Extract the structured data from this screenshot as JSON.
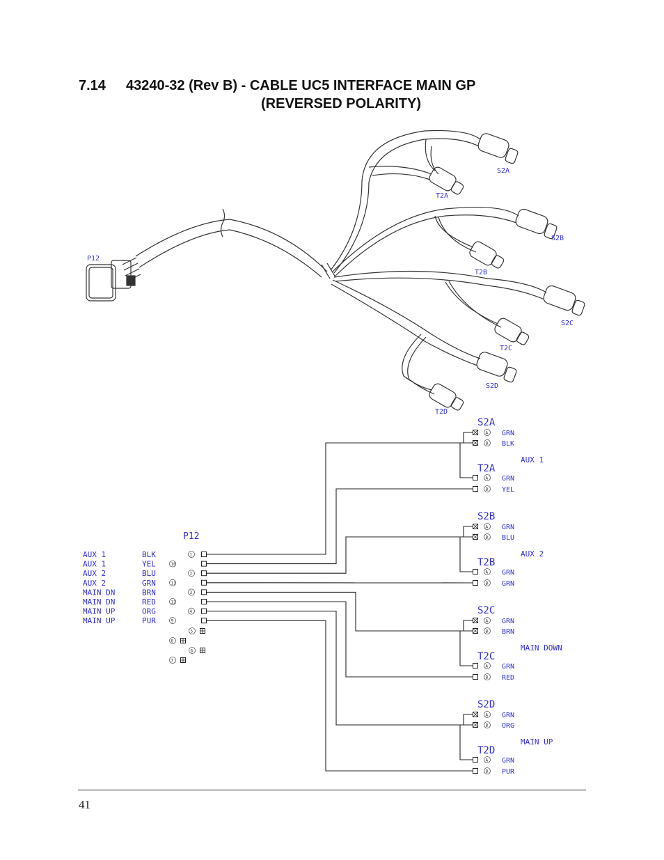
{
  "section": {
    "number": "7.14",
    "title_line1": "43240-32 (Rev B) - CABLE UC5 INTERFACE MAIN GP",
    "title_line2": "(REVERSED POLARITY)"
  },
  "harness": {
    "connector_label": "P12",
    "branch_labels": [
      "S2A",
      "T2A",
      "S2B",
      "T2B",
      "S2C",
      "T2C",
      "S2D",
      "T2D"
    ]
  },
  "schematic": {
    "p12_label": "P12",
    "p12_rows": [
      {
        "func": "AUX 1",
        "color": "BLK",
        "pin": "1"
      },
      {
        "func": "AUX 1",
        "color": "YEL",
        "pin": "10"
      },
      {
        "func": "AUX 2",
        "color": "BLU",
        "pin": "2"
      },
      {
        "func": "AUX 2",
        "color": "GRN",
        "pin": "11"
      },
      {
        "func": "MAIN DN",
        "color": "BRN",
        "pin": "3"
      },
      {
        "func": "MAIN DN",
        "color": "RED",
        "pin": "12"
      },
      {
        "func": "MAIN UP",
        "color": "ORG",
        "pin": "4"
      },
      {
        "func": "MAIN UP",
        "color": "PUR",
        "pin": "9"
      }
    ],
    "p12_spare_pins": [
      "5",
      "8",
      "6",
      "7"
    ],
    "groups": [
      {
        "function": "AUX 1",
        "s_label": "S2A",
        "t_label": "T2A",
        "s_pins": [
          {
            "pin": "A",
            "color": "GRN"
          },
          {
            "pin": "B",
            "color": "BLK"
          }
        ],
        "t_pins": [
          {
            "pin": "A",
            "color": "GRN"
          },
          {
            "pin": "B",
            "color": "YEL"
          }
        ]
      },
      {
        "function": "AUX 2",
        "s_label": "S2B",
        "t_label": "T2B",
        "s_pins": [
          {
            "pin": "A",
            "color": "GRN"
          },
          {
            "pin": "B",
            "color": "BLU"
          }
        ],
        "t_pins": [
          {
            "pin": "A",
            "color": "GRN"
          },
          {
            "pin": "B",
            "color": "GRN"
          }
        ]
      },
      {
        "function": "MAIN DOWN",
        "s_label": "S2C",
        "t_label": "T2C",
        "s_pins": [
          {
            "pin": "A",
            "color": "GRN"
          },
          {
            "pin": "B",
            "color": "BRN"
          }
        ],
        "t_pins": [
          {
            "pin": "A",
            "color": "GRN"
          },
          {
            "pin": "B",
            "color": "RED"
          }
        ]
      },
      {
        "function": "MAIN UP",
        "s_label": "S2D",
        "t_label": "T2D",
        "s_pins": [
          {
            "pin": "A",
            "color": "GRN"
          },
          {
            "pin": "B",
            "color": "ORG"
          }
        ],
        "t_pins": [
          {
            "pin": "A",
            "color": "GRN"
          },
          {
            "pin": "B",
            "color": "PUR"
          }
        ]
      }
    ]
  },
  "footer": {
    "page_number": "41"
  },
  "colors": {
    "label_blue": "#3030c8",
    "line": "#222222"
  }
}
